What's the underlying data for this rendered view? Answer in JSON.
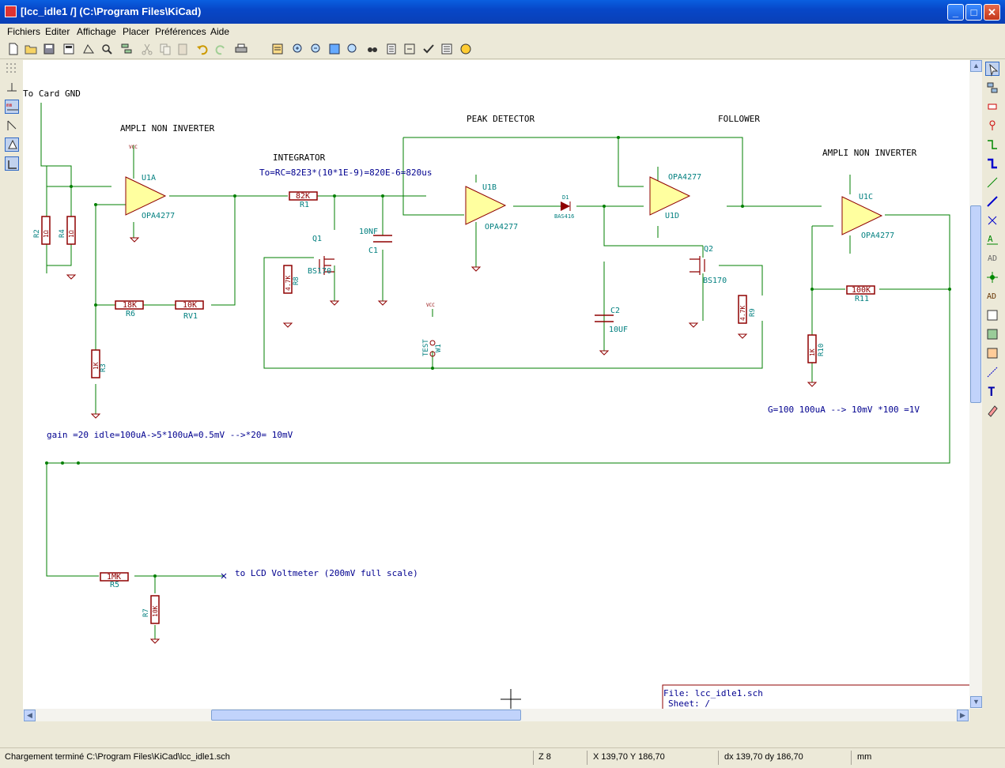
{
  "window": {
    "title": "[lcc_idle1 /] (C:\\Program Files\\KiCad)",
    "minimize": "_",
    "maximize": "□",
    "close": "✕"
  },
  "menu": [
    "Fichiers",
    "Editer",
    "Affichage",
    "Placer",
    "Préférences",
    "Aide"
  ],
  "toolbar_icons": [
    "new-icon",
    "open-icon",
    "save-project-icon",
    "save-icon",
    "sheet-icon",
    "find-icon",
    "library-editor-icon",
    "library-browser-icon",
    "hierarchy-icon",
    "cut-icon",
    "copy-icon",
    "paste-icon",
    "undo-icon",
    "redo-icon",
    "print-icon",
    "plot-icon",
    "zoom-in-icon",
    "zoom-out-icon",
    "zoom-redraw-icon",
    "zoom-fit-icon",
    "find-component-icon",
    "netlist-icon",
    "annotate-icon",
    "erc-icon",
    "bom-icon",
    "pcbnew-icon"
  ],
  "schematic": {
    "labels": {
      "to_card_gnd": "To Card GND",
      "ampli1": "AMPLI NON INVERTER",
      "integrator": "INTEGRATOR",
      "integrator_formula": "To=RC=82E3*(10*1E-9)=820E-6=820us",
      "peak_detector": "PEAK DETECTOR",
      "follower": "FOLLOWER",
      "ampli2": "AMPLI NON INVERTER",
      "gain_note": "gain =20  idle=100uA->5*100uA=0.5mV -->*20= 10mV",
      "gain2_note": "G=100  100uA --> 10mV *100 =1V",
      "lcd_label": "to LCD Voltmeter (200mV full scale)"
    },
    "components": {
      "u1a": "U1A",
      "u1b": "U1B",
      "u1c": "U1C",
      "u1d": "U1D",
      "opa": "OPA4277",
      "vcc": "VCC",
      "gnd": "GND",
      "r1": "R1",
      "r1v": "82K",
      "r2": "R2",
      "r2v": "1Ω",
      "r3": "R3",
      "r3v": "1K",
      "r4": "R4",
      "r4v": "1Ω",
      "r5": "R5",
      "r5v": "1MK",
      "r6": "R6",
      "r6v": "18K",
      "r7": "R7",
      "r7v": "10K",
      "r8": "R8",
      "r8v": "4.7K",
      "r9": "R9",
      "r9v": "4.7K",
      "r10": "R10",
      "r10v": "1K",
      "r11": "R11",
      "r11v": "100K",
      "rv1": "RV1",
      "rv1v": "10K",
      "c1": "C1",
      "c1v": "10NF",
      "c2": "C2",
      "c2v": "10UF",
      "q1": "Q1",
      "q2": "Q2",
      "bs170": "BS170",
      "d1": "D1",
      "d1v": "BAS416",
      "test": "TEST",
      "w1": "W1"
    },
    "cartouche": {
      "file": "File: lcc_idle1.sch",
      "sheet": "Sheet: /"
    }
  },
  "status": {
    "message": "Chargement terminé C:\\Program Files\\KiCad\\lcc_idle1.sch",
    "zoom": "Z 8",
    "coords": "X 139,70  Y 186,70",
    "delta": "dx 139,70  dy 186,70",
    "units": "mm"
  }
}
